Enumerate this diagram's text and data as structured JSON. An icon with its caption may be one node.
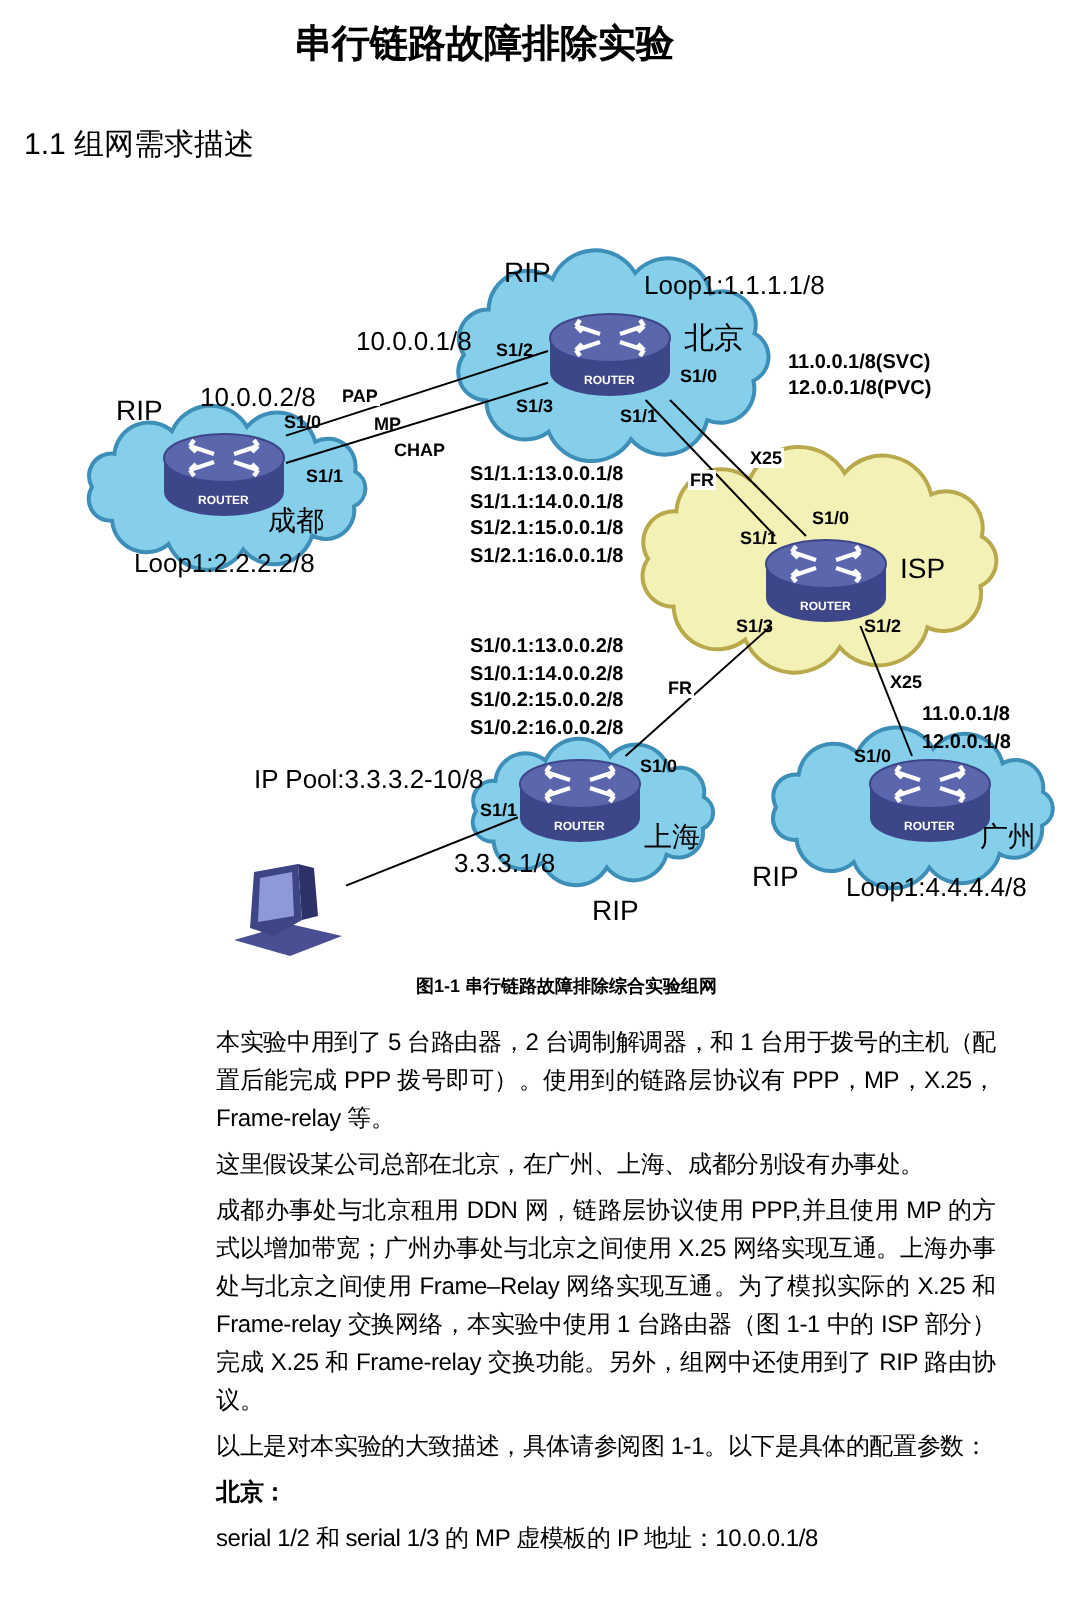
{
  "diagram": {
    "title": "串行链路故障排除实验",
    "caption": "图1-1  串行链路故障排除综合实验组网",
    "nodes": [
      {
        "text": [],
        "shape": "cloud"
      },
      {
        "text": [
          "ROUTER"
        ],
        "in": 0,
        "beside": [
          "北京"
        ]
      },
      {
        "text": [],
        "shape": "cloud"
      },
      {
        "text": [
          "ROUTER"
        ],
        "in": 2,
        "beside": [
          "成都"
        ]
      },
      {
        "text": [],
        "shape": "cloud"
      },
      {
        "text": [
          "ROUTER"
        ],
        "in": 4,
        "beside": [
          "ISP"
        ]
      },
      {
        "text": [],
        "shape": "cloud"
      },
      {
        "text": [
          "ROUTER"
        ],
        "in": 6,
        "beside": [
          "上海"
        ]
      },
      {
        "text": [],
        "shape": "cloud"
      },
      {
        "text": [
          "ROUTER"
        ],
        "in": 8,
        "beside": [
          "广州"
        ]
      },
      {
        "text": [],
        "shape": "computer"
      }
    ],
    "edges": [
      {
        "from": 3,
        "to": 1,
        "arrow": "none",
        "label": "PAP"
      },
      {
        "from": 3,
        "to": 1,
        "arrow": "none",
        "label": "CHAP"
      },
      {
        "from": 1,
        "to": 5,
        "arrow": "none",
        "label": "X25"
      },
      {
        "from": 1,
        "to": 5,
        "arrow": "none",
        "label": "FR"
      },
      {
        "from": 5,
        "to": 7,
        "arrow": "none",
        "label": "FR"
      },
      {
        "from": 5,
        "to": 9,
        "arrow": "none",
        "label": "X25"
      },
      {
        "from": 7,
        "to": 10,
        "arrow": "none"
      }
    ],
    "labels": [
      "1.1  组网需求描述",
      "RIP",
      "Loop1:1.1.1.1/8",
      "10.0.0.1/8",
      "S1/2",
      "S1/0",
      "11.0.0.1/8(SVC)",
      "12.0.0.1/8(PVC)",
      "10.0.0.2/8",
      "RIP",
      "S1/3",
      "S1/1",
      "S1/0",
      "MP",
      "S1/1",
      "S1/1.1:13.0.0.1/8",
      "S1/1.1:14.0.0.1/8",
      "S1/2.1:15.0.0.1/8",
      "S1/2.1:16.0.0.1/8",
      "S1/0",
      "S1/1",
      "Loop1:2.2.2.2/8",
      "S1/3",
      "S1/2",
      "S1/0.1:13.0.0.2/8",
      "S1/0.1:14.0.0.2/8",
      "S1/0.2:15.0.0.2/8",
      "S1/0.2:16.0.0.2/8",
      "11.0.0.1/8",
      "12.0.0.1/8",
      "IP Pool:3.3.3.2-10/8",
      "S1/0",
      "S1/0",
      "S1/1",
      "3.3.3.1/8",
      "RIP",
      "Loop1:4.4.4.4/8",
      "RIP",
      "本实验中用到了 5 台路由器，2 台调制解调器，和 1 台用于拨号的主机（配置后能完成 PPP 拨号即可）。使用到的链路层协议有 PPP，MP，X.25，Frame-relay 等。",
      "这里假设某公司总部在北京，在广州、上海、成都分别设有办事处。",
      "成都办事处与北京租用 DDN 网，链路层协议使用 PPP,并且使用 MP 的方式以增加带宽；广州办事处与北京之间使用 X.25 网络实现互通。上海办事处与北京之间使用 Frame–Relay 网络实现互通。为了模拟实际的 X.25 和 Frame-relay 交换网络，本实验中使用 1 台路由器（图 1-1 中的 ISP 部分）完成 X.25 和 Frame-relay 交换功能。另外，组网中还使用到了 RIP 路由协议。",
      "以上是对本实验的大致描述，具体请参阅图 1-1。以下是具体的配置参数：",
      "北京：",
      "serial 1/2 和 serial 1/3 的 MP 虚模板的 IP 地址：10.0.0.1/8"
    ]
  }
}
